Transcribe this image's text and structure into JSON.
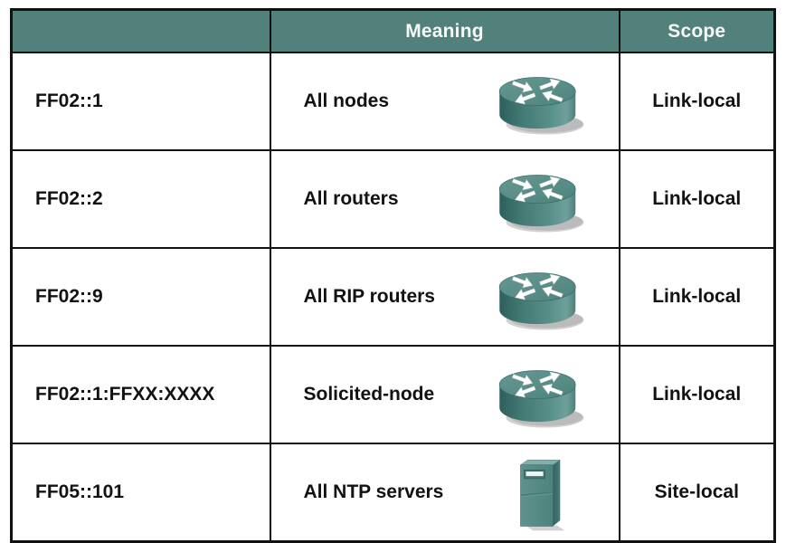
{
  "chart_data": {
    "type": "table",
    "title": "",
    "columns": [
      "",
      "Meaning",
      "Scope"
    ],
    "rows": [
      [
        "FF02::1",
        "All nodes",
        "Link-local"
      ],
      [
        "FF02::2",
        "All routers",
        "Link-local"
      ],
      [
        "FF02::9",
        "All RIP routers",
        "Link-local"
      ],
      [
        "FF02::1:FFXX:XXXX",
        "Solicited-node",
        "Link-local"
      ],
      [
        "FF05::101",
        "All NTP servers",
        "Site-local"
      ]
    ]
  },
  "table": {
    "headers": [
      {
        "label": ""
      },
      {
        "label": "Meaning"
      },
      {
        "label": "Scope"
      }
    ],
    "rows": [
      {
        "address": "FF02::1",
        "meaning": "All nodes",
        "icon": "router-icon",
        "scope": "Link-local"
      },
      {
        "address": "FF02::2",
        "meaning": "All routers",
        "icon": "router-icon",
        "scope": "Link-local"
      },
      {
        "address": "FF02::9",
        "meaning": "All RIP routers",
        "icon": "router-icon",
        "scope": "Link-local"
      },
      {
        "address": "FF02::1:FFXX:XXXX",
        "meaning": "Solicited-node",
        "icon": "router-icon",
        "scope": "Link-local"
      },
      {
        "address": "FF05::101",
        "meaning": "All NTP servers",
        "icon": "server-icon",
        "scope": "Site-local"
      }
    ],
    "colors": {
      "header_bg": "#52807a",
      "header_text": "#f7f9f9",
      "cell_text": "#121212",
      "border": "#111111",
      "icon_teal": "#578e88",
      "icon_shadow": "#ababab"
    }
  }
}
